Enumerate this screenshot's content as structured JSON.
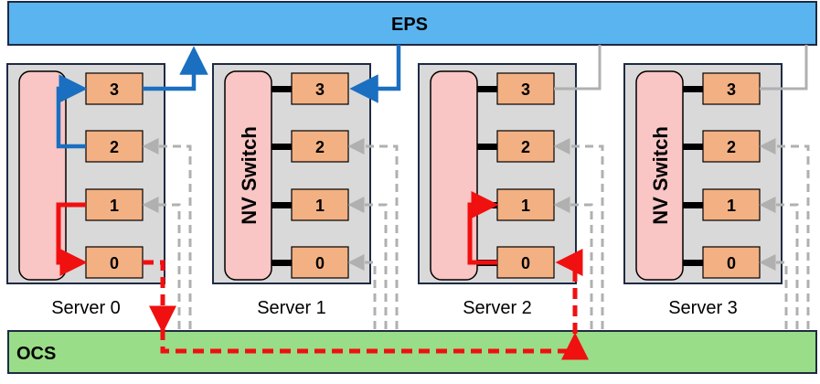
{
  "eps": {
    "label": "EPS",
    "color": "#5ab4f0"
  },
  "ocs": {
    "label": "OCS",
    "color": "#99dd88"
  },
  "colors": {
    "server_bg": "#d9d9d9",
    "switch_fill": "#f9c5c5",
    "gpu_fill": "#f3b183",
    "blue_route": "#1a6fc0",
    "red_route": "#f01010",
    "gray_link": "#b0b0b0",
    "nvlink": "#000000"
  },
  "servers": [
    {
      "label": "Server 0",
      "switch_label": "",
      "gpus": [
        "3",
        "2",
        "1",
        "0"
      ]
    },
    {
      "label": "Server 1",
      "switch_label": "NV Switch",
      "gpus": [
        "3",
        "2",
        "1",
        "0"
      ]
    },
    {
      "label": "Server 2",
      "switch_label": "",
      "gpus": [
        "3",
        "2",
        "1",
        "0"
      ]
    },
    {
      "label": "Server 3",
      "switch_label": "NV Switch",
      "gpus": [
        "3",
        "2",
        "1",
        "0"
      ]
    }
  ]
}
